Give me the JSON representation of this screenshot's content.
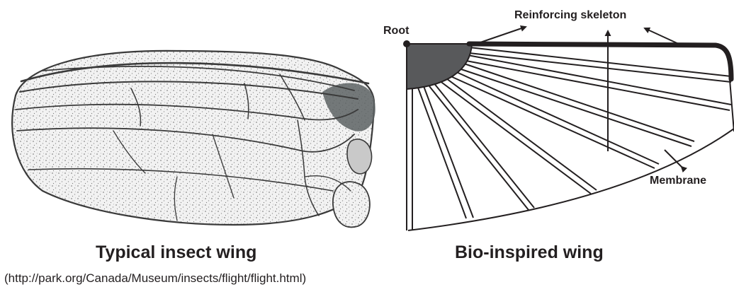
{
  "left_panel": {
    "title": "Typical insect wing",
    "source": "(http://park.org/Canada/Museum/insects/flight/flight.html)"
  },
  "right_panel": {
    "title": "Bio-inspired wing",
    "labels": {
      "root": "Root",
      "skeleton": "Reinforcing skeleton",
      "membrane": "Membrane"
    }
  },
  "colors": {
    "ink": "#231f20",
    "root_fill": "#58595b",
    "wing_vein": "#3a3a3a",
    "wing_membrane": "#e9e9e9"
  }
}
